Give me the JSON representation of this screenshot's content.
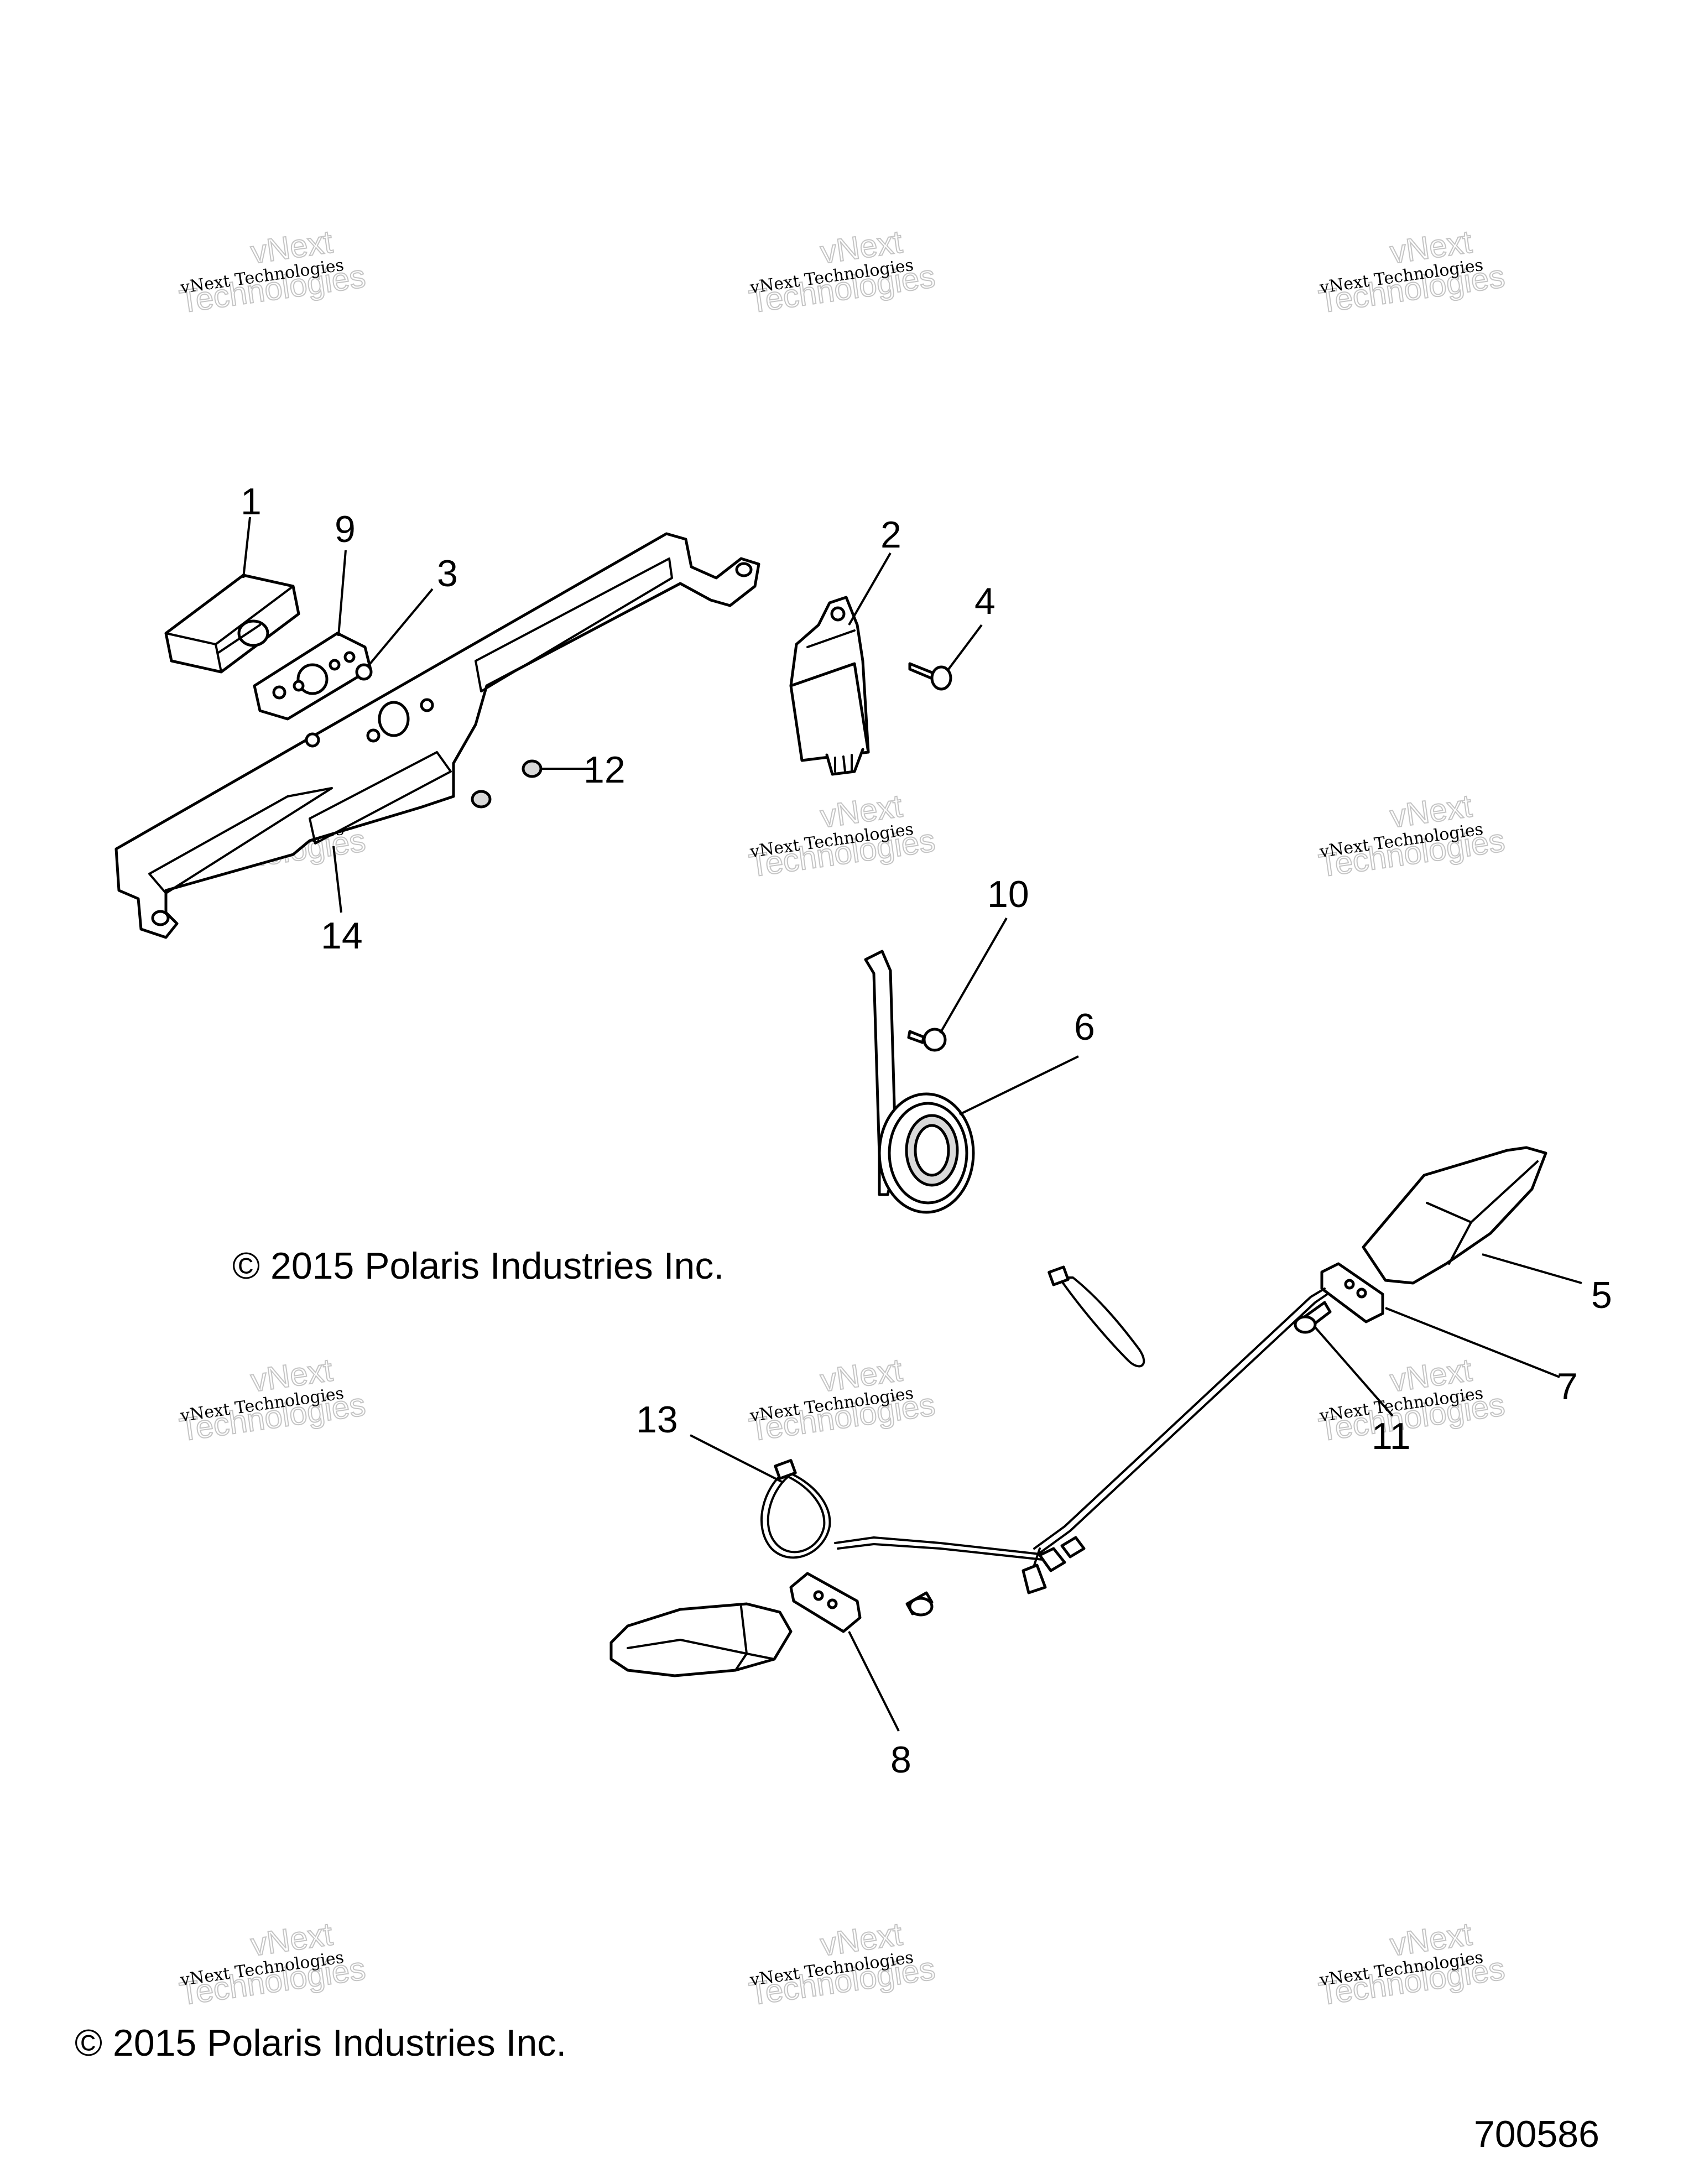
{
  "callouts": [
    "1",
    "2",
    "3",
    "4",
    "5",
    "6",
    "7",
    "8",
    "9",
    "10",
    "11",
    "12",
    "13",
    "14"
  ],
  "watermark": {
    "line1": "vNext Technologies",
    "line2a": "vNext",
    "line2b": "Technologies"
  },
  "copyright_upper": "© 2015 Polaris Industries Inc.",
  "copyright_lower": "© 2015 Polaris Industries Inc.",
  "document_number": "700586"
}
